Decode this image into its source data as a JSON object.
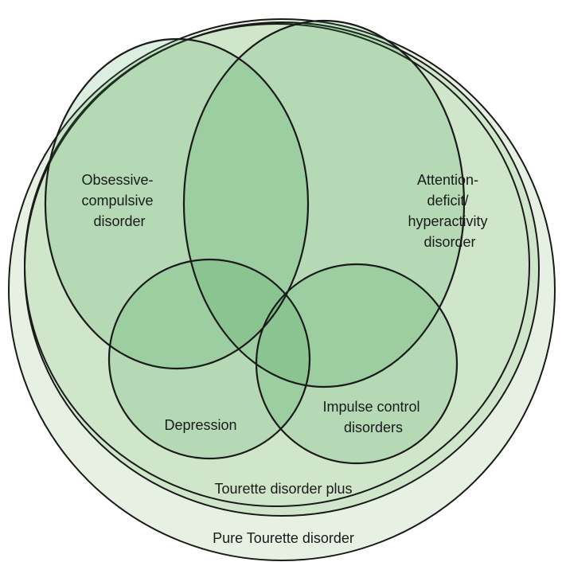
{
  "diagram": {
    "outer_region": {
      "label": "Pure Tourette disorder"
    },
    "plus_region": {
      "label": "Tourette disorder plus"
    },
    "sets": {
      "ocd": {
        "label_lines": [
          "Obsessive-",
          "compulsive",
          "disorder"
        ]
      },
      "adhd": {
        "label_lines": [
          "Attention-",
          "deficit/",
          "hyperactivity",
          "disorder"
        ]
      },
      "depression": {
        "label": "Depression"
      },
      "impulse": {
        "label_lines": [
          "Impulse control",
          "disorders"
        ]
      }
    }
  },
  "colors": {
    "outline": "#1a1a1a",
    "outer_fill": "#e6f1e3",
    "plus_fill": "#cfe6ca",
    "set_fill": "#2f9a45"
  }
}
